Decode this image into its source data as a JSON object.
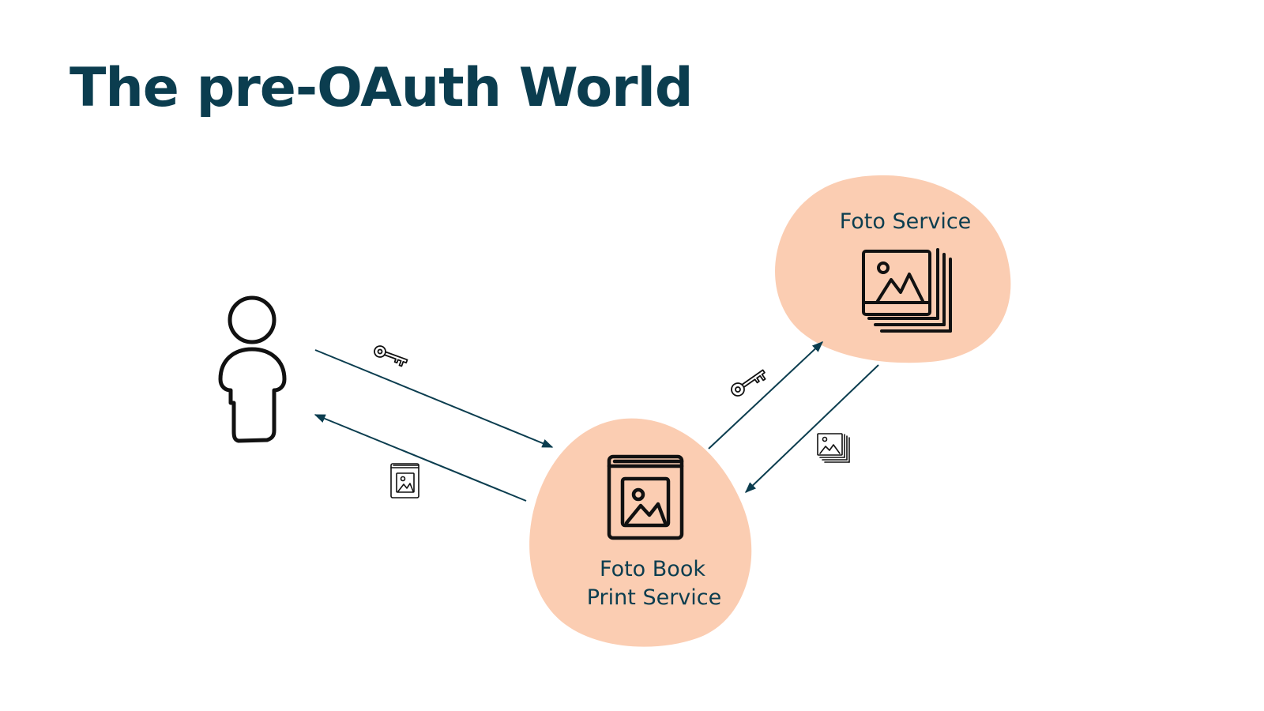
{
  "slide": {
    "title": "The pre-OAuth World"
  },
  "diagram": {
    "nodes": {
      "user": {
        "icon": "person-icon"
      },
      "foto_service": {
        "label": "Foto Service",
        "icon": "photo-stack-icon"
      },
      "print_service": {
        "label_line1": "Foto Book",
        "label_line2": "Print Service",
        "icon": "photo-book-icon"
      }
    },
    "edges": [
      {
        "from": "user",
        "to": "print_service",
        "icon": "key-icon"
      },
      {
        "from": "print_service",
        "to": "user",
        "icon": "photo-book-icon"
      },
      {
        "from": "print_service",
        "to": "foto_service",
        "icon": "key-icon"
      },
      {
        "from": "foto_service",
        "to": "print_service",
        "icon": "photo-stack-icon"
      }
    ]
  },
  "colors": {
    "title": "#0b3d4f",
    "arrow": "#0b3d4f",
    "blob": "#fbcdb2",
    "icon": "#111111"
  }
}
